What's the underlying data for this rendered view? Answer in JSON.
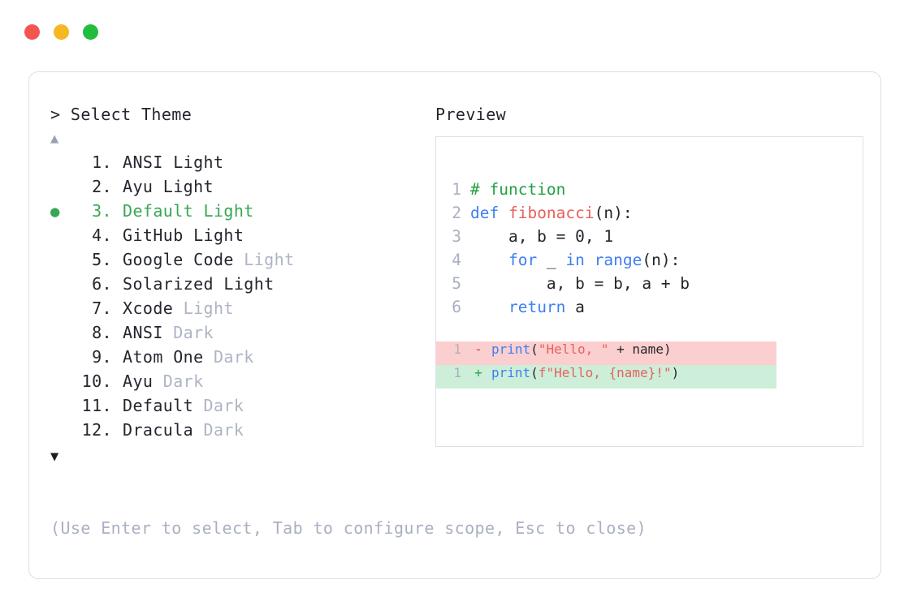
{
  "window": {
    "dots": [
      {
        "name": "close-dot",
        "color": "#f2564f"
      },
      {
        "name": "minimize-dot",
        "color": "#f5b724"
      },
      {
        "name": "maximize-dot",
        "color": "#23bd3e"
      }
    ]
  },
  "left": {
    "prompt": "> Select Theme",
    "scroll_up": "▲",
    "scroll_down": "▼",
    "bullet": "●",
    "items": [
      {
        "index": "1.",
        "name": "ANSI Light",
        "suffix": "",
        "selected": false
      },
      {
        "index": "2.",
        "name": "Ayu Light",
        "suffix": "",
        "selected": false
      },
      {
        "index": "3.",
        "name": "Default Light",
        "suffix": "",
        "selected": true
      },
      {
        "index": "4.",
        "name": "GitHub Light",
        "suffix": "",
        "selected": false
      },
      {
        "index": "5.",
        "name": "Google Code",
        "suffix": "Light",
        "selected": false
      },
      {
        "index": "6.",
        "name": "Solarized Light",
        "suffix": "",
        "selected": false
      },
      {
        "index": "7.",
        "name": "Xcode",
        "suffix": "Light",
        "selected": false
      },
      {
        "index": "8.",
        "name": "ANSI",
        "suffix": "Dark",
        "selected": false
      },
      {
        "index": "9.",
        "name": "Atom One",
        "suffix": "Dark",
        "selected": false
      },
      {
        "index": "10.",
        "name": "Ayu",
        "suffix": "Dark",
        "selected": false
      },
      {
        "index": "11.",
        "name": "Default",
        "suffix": "Dark",
        "selected": false
      },
      {
        "index": "12.",
        "name": "Dracula",
        "suffix": "Dark",
        "selected": false
      }
    ],
    "help": "(Use Enter to select, Tab to configure scope, Esc to close)"
  },
  "right": {
    "label": "Preview",
    "code_lines": [
      {
        "ln": "1",
        "tokens": [
          {
            "t": "# function",
            "c": "comment"
          }
        ]
      },
      {
        "ln": "2",
        "tokens": [
          {
            "t": "def ",
            "c": "keyword"
          },
          {
            "t": "fibonacci",
            "c": "func"
          },
          {
            "t": "(n):",
            "c": "plain"
          }
        ]
      },
      {
        "ln": "3",
        "tokens": [
          {
            "t": "    a, b = 0, 1",
            "c": "plain"
          }
        ]
      },
      {
        "ln": "4",
        "tokens": [
          {
            "t": "    ",
            "c": "plain"
          },
          {
            "t": "for",
            "c": "keyword"
          },
          {
            "t": " _ ",
            "c": "plain"
          },
          {
            "t": "in range",
            "c": "keyword"
          },
          {
            "t": "(n):",
            "c": "plain"
          }
        ]
      },
      {
        "ln": "5",
        "tokens": [
          {
            "t": "        a, b = b, a + b",
            "c": "plain"
          }
        ]
      },
      {
        "ln": "6",
        "tokens": [
          {
            "t": "    ",
            "c": "plain"
          },
          {
            "t": "return",
            "c": "keyword"
          },
          {
            "t": " a",
            "c": "plain"
          }
        ]
      }
    ],
    "diff_lines": [
      {
        "ln": "1",
        "kind": "del",
        "sign": "-",
        "tokens": [
          {
            "t": "print",
            "c": "keyword"
          },
          {
            "t": "(",
            "c": "plain"
          },
          {
            "t": "\"Hello, \"",
            "c": "string"
          },
          {
            "t": " + name)",
            "c": "plain"
          }
        ]
      },
      {
        "ln": "1",
        "kind": "add",
        "sign": "+",
        "tokens": [
          {
            "t": "print",
            "c": "keyword"
          },
          {
            "t": "(",
            "c": "plain"
          },
          {
            "t": "f\"Hello, {name}!\"",
            "c": "string"
          },
          {
            "t": ")",
            "c": "plain"
          }
        ]
      }
    ]
  },
  "colors": {
    "accent_green": "#3aa655",
    "muted": "#aeb4c4",
    "text": "#23262e",
    "border": "#dcdfe6",
    "diff_del_bg": "#fbcfcf",
    "diff_add_bg": "#cdeed9",
    "keyword": "#3d7ff2",
    "string": "#e8615c",
    "comment": "#20a040"
  }
}
